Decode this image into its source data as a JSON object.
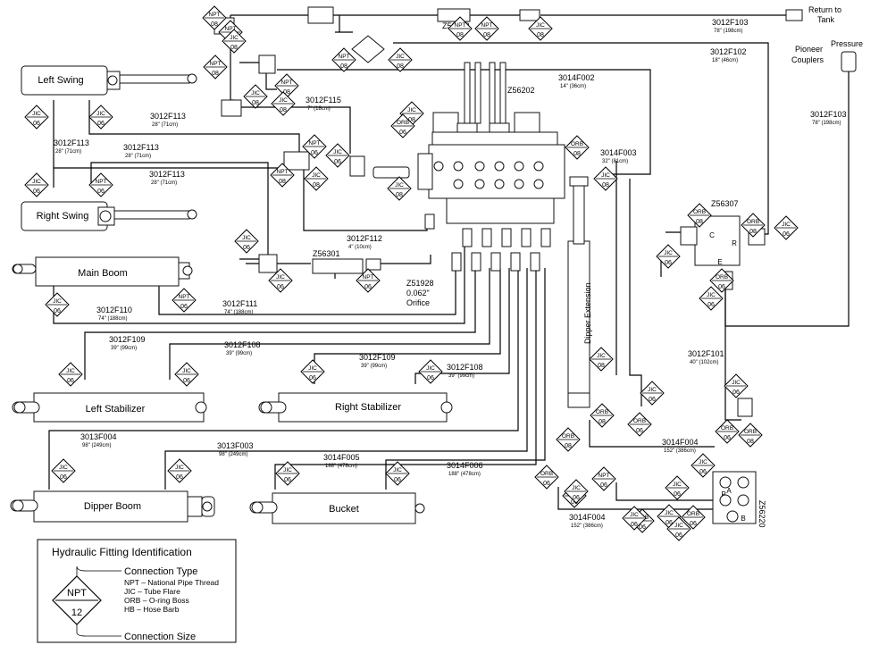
{
  "labels": {
    "return_to_tank": [
      "Return to",
      "Tank"
    ],
    "pressure": "Pressure",
    "pioneer_couplers": [
      "Pioneer",
      "Couplers"
    ],
    "orifice": [
      "Z51928",
      "0.062\"",
      "Orifice"
    ],
    "dipper_extension": "Dipper Extension"
  },
  "cylinders": [
    {
      "label": "Left Swing"
    },
    {
      "label": "Right Swing"
    },
    {
      "label": "Main Boom"
    },
    {
      "label": "Left Stabilizer"
    },
    {
      "label": "Right Stabilizer"
    },
    {
      "label": "Dipper Boom"
    },
    {
      "label": "Bucket"
    }
  ],
  "parts": [
    "Z56102",
    "Z56202",
    "Z56301",
    "Z56307",
    "Z56220"
  ],
  "hoses": [
    {
      "code": "3012F103",
      "len": "78\" (198cm)"
    },
    {
      "code": "3012F102",
      "len": "18\" (46cm)"
    },
    {
      "code": "3012F103",
      "len": "78\" (198cm)"
    },
    {
      "code": "3014F002",
      "len": "14\" (36cm)"
    },
    {
      "code": "3012F115",
      "len": "7\" (18cm)"
    },
    {
      "code": "3012F113",
      "len": "28\" (71cm)"
    },
    {
      "code": "3012F113",
      "len": "28\" (71cm)"
    },
    {
      "code": "3012F113",
      "len": "28\" (71cm)"
    },
    {
      "code": "3012F113",
      "len": "28\" (71cm)"
    },
    {
      "code": "3014F003",
      "len": "32\" (81cm)"
    },
    {
      "code": "3012F112",
      "len": "4\" (10cm)"
    },
    {
      "code": "3012F110",
      "len": "74\" (188cm)"
    },
    {
      "code": "3012F111",
      "len": "74\" (188cm)"
    },
    {
      "code": "3012F109",
      "len": "39\" (99cm)"
    },
    {
      "code": "3012F108",
      "len": "39\" (99cm)"
    },
    {
      "code": "3012F109",
      "len": "39\" (99cm)"
    },
    {
      "code": "3012F108",
      "len": "39\" (99cm)"
    },
    {
      "code": "3012F101",
      "len": "40\" (102cm)"
    },
    {
      "code": "3013F004",
      "len": "98\" (249cm)"
    },
    {
      "code": "3013F003",
      "len": "98\" (249cm)"
    },
    {
      "code": "3014F005",
      "len": "188\" (478cm)"
    },
    {
      "code": "3014F006",
      "len": "188\" (478cm)"
    },
    {
      "code": "3014F004",
      "len": "152\" (386cm)"
    },
    {
      "code": "3014F004",
      "len": "152\" (386cm)"
    }
  ],
  "fittings": [
    {
      "type": "NPT",
      "size": "08"
    },
    {
      "type": "NPT",
      "size": "08"
    },
    {
      "type": "NPT",
      "size": "08"
    },
    {
      "type": "JIC",
      "size": "08"
    },
    {
      "type": "JIC",
      "size": "08"
    },
    {
      "type": "NPT",
      "size": "08"
    },
    {
      "type": "JIC",
      "size": "08"
    },
    {
      "type": "NPT",
      "size": "08"
    },
    {
      "type": "NPT",
      "size": "08"
    },
    {
      "type": "NPT",
      "size": "08"
    },
    {
      "type": "JIC",
      "size": "08"
    },
    {
      "type": "JIC",
      "size": "08"
    },
    {
      "type": "JIC",
      "size": "06"
    },
    {
      "type": "JIC",
      "size": "06"
    },
    {
      "type": "JIC",
      "size": "08"
    },
    {
      "type": "ORB",
      "size": "06"
    },
    {
      "type": "JIC",
      "size": "06"
    },
    {
      "type": "NPT",
      "size": "06"
    },
    {
      "type": "JIC",
      "size": "08"
    },
    {
      "type": "NPT",
      "size": "08"
    },
    {
      "type": "JIC",
      "size": "06"
    },
    {
      "type": "NPT",
      "size": "06"
    },
    {
      "type": "JIC",
      "size": "08"
    },
    {
      "type": "ORB",
      "size": "08"
    },
    {
      "type": "JIC",
      "size": "08"
    },
    {
      "type": "JIC",
      "size": "06"
    },
    {
      "type": "JIC",
      "size": "06"
    },
    {
      "type": "NPT",
      "size": "06"
    },
    {
      "type": "NPT",
      "size": "06"
    },
    {
      "type": "JIC",
      "size": "06"
    },
    {
      "type": "JIC",
      "size": "06"
    },
    {
      "type": "JIC",
      "size": "06"
    },
    {
      "type": "JIC",
      "size": "06"
    },
    {
      "type": "JIC",
      "size": "06"
    },
    {
      "type": "JIC",
      "size": "06"
    },
    {
      "type": "JIC",
      "size": "06"
    },
    {
      "type": "ORB",
      "size": "08"
    },
    {
      "type": "ORB",
      "size": "08"
    },
    {
      "type": "JIC",
      "size": "06"
    },
    {
      "type": "JIC",
      "size": "06"
    },
    {
      "type": "ORB",
      "size": "06"
    },
    {
      "type": "JIC",
      "size": "06"
    },
    {
      "type": "JIC",
      "size": "06"
    },
    {
      "type": "JIC",
      "size": "06"
    },
    {
      "type": "JIC",
      "size": "08"
    },
    {
      "type": "ORB",
      "size": "08"
    },
    {
      "type": "ORB",
      "size": "08"
    },
    {
      "type": "ORB",
      "size": "08"
    },
    {
      "type": "JIC",
      "size": "06"
    },
    {
      "type": "ORB",
      "size": "06"
    },
    {
      "type": "JIC",
      "size": "06"
    },
    {
      "type": "ORB",
      "size": "06"
    },
    {
      "type": "NPT",
      "size": "06"
    },
    {
      "type": "JIC",
      "size": "06"
    },
    {
      "type": "JIC",
      "size": "06"
    },
    {
      "type": "ORB",
      "size": "06"
    },
    {
      "type": "JIC",
      "size": "06"
    },
    {
      "type": "ORB",
      "size": "06"
    },
    {
      "type": "ORB",
      "size": "06"
    },
    {
      "type": "JIC",
      "size": "06"
    },
    {
      "type": "JIC",
      "size": "06"
    },
    {
      "type": "JIC",
      "size": "06"
    },
    {
      "type": "JIC",
      "size": "06"
    }
  ],
  "port_letters": [
    "C",
    "R",
    "E",
    "P",
    "A",
    "B"
  ],
  "legend": {
    "title": "Hydraulic Fitting Identification",
    "type_heading": "Connection Type",
    "type_lines": [
      "NPT – National Pipe Thread",
      "JIC – Tube Flare",
      "ORB – O-ring Boss",
      "HB – Hose Barb"
    ],
    "size_heading": "Connection Size",
    "example_type": "NPT",
    "example_size": "12"
  }
}
